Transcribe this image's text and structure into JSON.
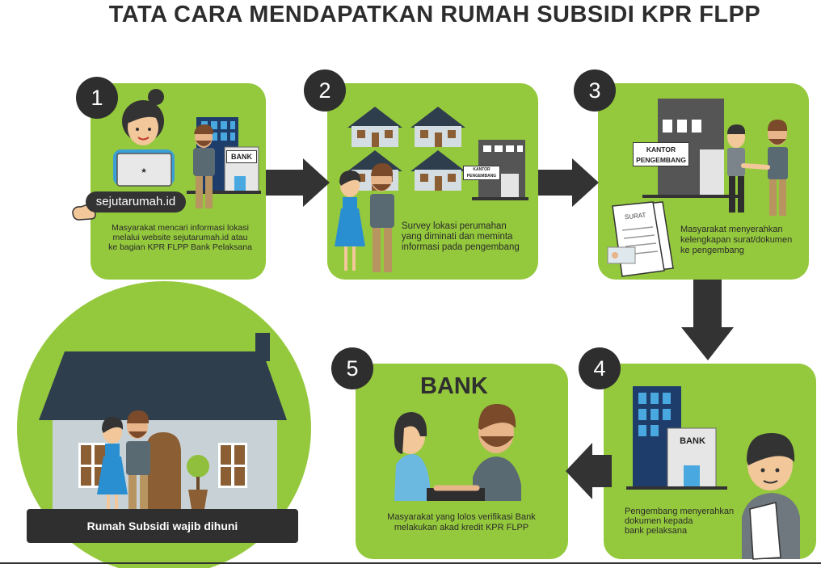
{
  "title": "TATA CARA MENDAPATKAN RUMAH SUBSIDI KPR FLPP",
  "steps": [
    {
      "number": "1",
      "caption_lines": [
        "Masyarakat mencari informasi lokasi",
        "melalui website sejutarumah.id atau",
        "ke bagian KPR FLPP Bank Pelaksana"
      ],
      "url_label": "sejutarumah.id",
      "bank_sign": "BANK"
    },
    {
      "number": "2",
      "caption_lines": [
        "Survey lokasi perumahan",
        "yang diminati dan meminta",
        "informasi pada pengembang"
      ],
      "sign": "KANTOR PENGEMBANG"
    },
    {
      "number": "3",
      "caption_lines": [
        "Masyarakat menyerahkan",
        "kelengkapan surat/dokumen",
        "ke pengembang"
      ],
      "sign_lines": [
        "KANTOR",
        "PENGEMBANG"
      ],
      "doc_label": "SURAT"
    },
    {
      "number": "4",
      "caption_lines": [
        "Pengembang menyerahkan",
        "dokumen kepada",
        "bank pelaksana"
      ],
      "bank_sign": "BANK"
    },
    {
      "number": "5",
      "caption_lines": [
        "Masyarakat yang lolos verifikasi Bank",
        "melakukan akad kredit KPR FLPP"
      ],
      "heading": "BANK"
    }
  ],
  "final": {
    "label": "Rumah Subsidi wajib dihuni"
  },
  "colors": {
    "panel": "#95c93d",
    "badge": "#2e2e2e",
    "arrow": "#333333",
    "title": "#2d2d2d"
  }
}
